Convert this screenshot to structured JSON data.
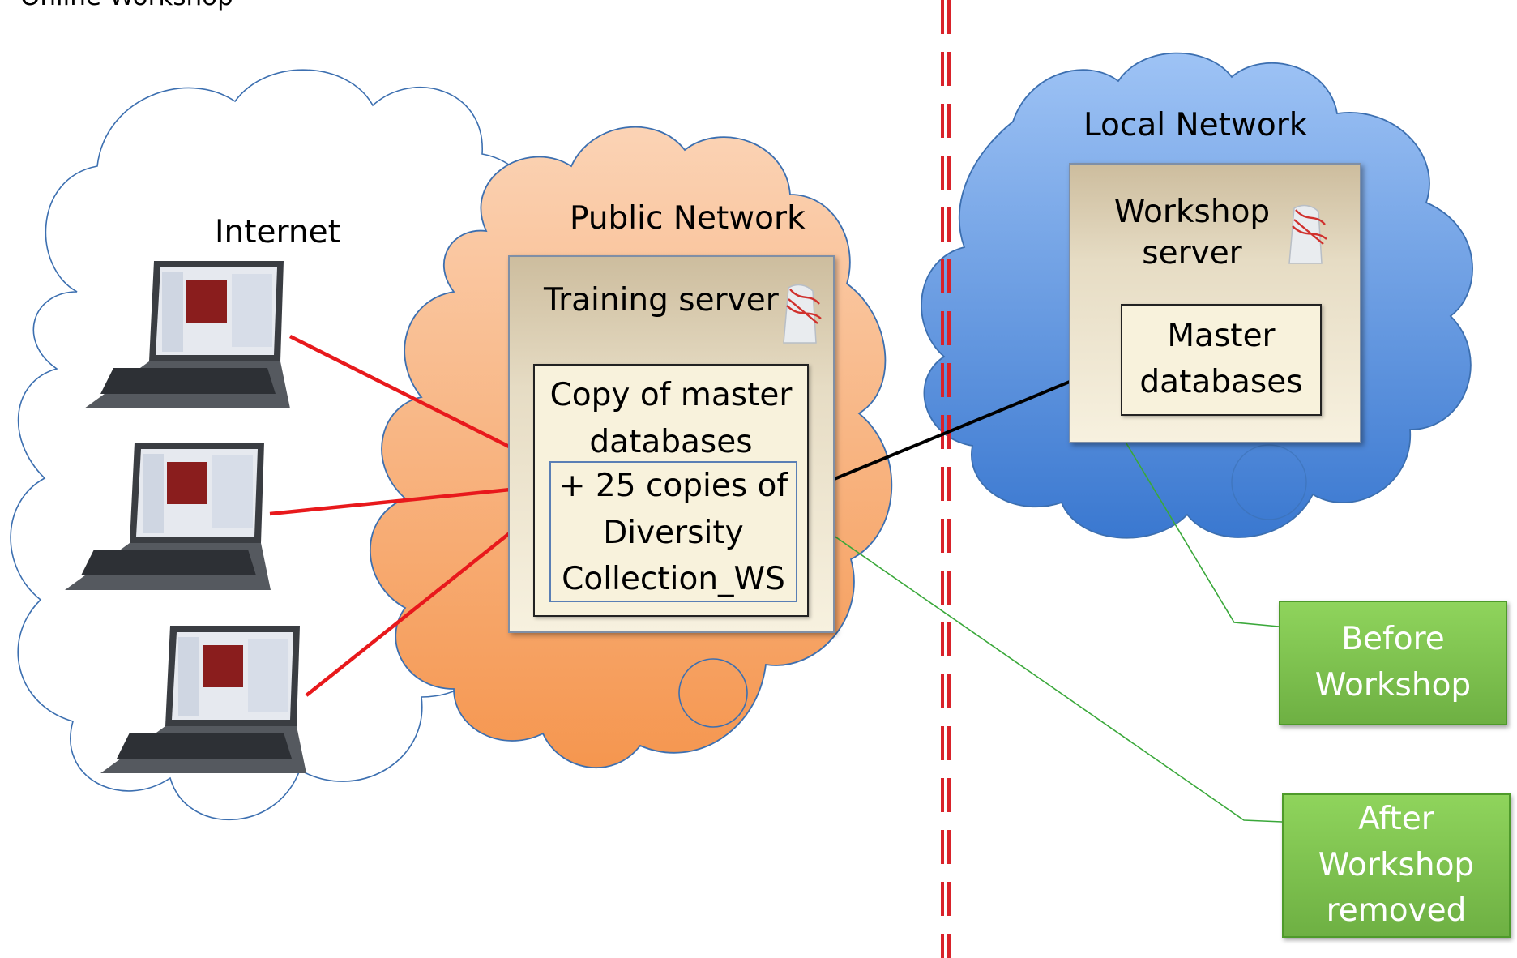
{
  "page": {
    "title": "Online Workshop"
  },
  "clouds": {
    "internet": {
      "label": "Internet"
    },
    "public": {
      "label": "Public Network"
    },
    "local": {
      "label": "Local Network"
    }
  },
  "training_server": {
    "title": "Training server",
    "copy_box": "Copy of master databases",
    "inner_box": "+ 25 copies of Diversity Collection_WS"
  },
  "workshop_server": {
    "title": "Workshop server",
    "master_box": "Master databases"
  },
  "legend": {
    "before": "Before Workshop",
    "after": "After Workshop removed"
  },
  "icons": {
    "server": "sql-server-icon",
    "client": "laptop-icon"
  },
  "colors": {
    "client_links": "#e8191c",
    "sync_arrow": "#000000",
    "callouts": "#3aa83a",
    "divider": "#d9222a",
    "public_cloud": "#f6a46b",
    "local_cloud": "#4a86d6",
    "status_box": "#78be4a"
  }
}
